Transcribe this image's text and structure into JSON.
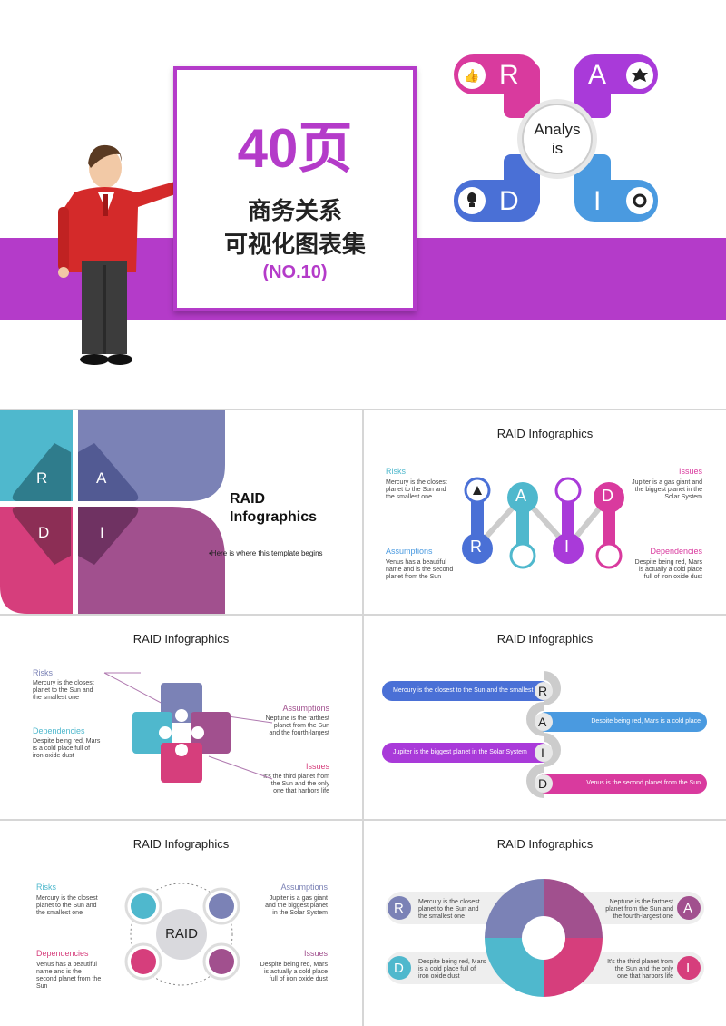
{
  "cover": {
    "big": "40页",
    "line1": "商务关系",
    "line2": "可视化图表集",
    "line3": "(NO.10)",
    "hub": "Analys\nis",
    "letters": [
      "R",
      "A",
      "D",
      "I"
    ]
  },
  "s2": {
    "letters": [
      "R",
      "A",
      "D",
      "I"
    ],
    "title": "RAID\nInfographics",
    "sub": "•Here is where this template  begins"
  },
  "s3": {
    "title": "RAID Infographics",
    "risks_h": "Risks",
    "risks_t": "Mercury  is the closest planet to the Sun and the smallest one",
    "issues_h": "Issues",
    "issues_t": "Jupiter  is a gas giant and the biggest planet in the Solar System",
    "assump_h": "Assumptions",
    "assump_t": "Venus has a beautiful name and is the second planet from the Sun",
    "dep_h": "Dependencies",
    "dep_t": "Despite being red, Mars is actually  a cold place full of iron oxide dust",
    "letters": [
      "R",
      "A",
      "I",
      "D"
    ]
  },
  "s4": {
    "title": "RAID Infographics",
    "risks_h": "Risks",
    "risks_t": "Mercury  is the closest planet to the Sun and the smallest one",
    "dep_h": "Dependencies",
    "dep_t": "Despite being red, Mars is a cold place full of iron oxide dust",
    "assump_h": "Assumptions",
    "assump_t": "Neptune is the farthest planet from the Sun and the fourth-largest",
    "issues_h": "Issues",
    "issues_t": "It's the third planet from the Sun and the only one that harbors life"
  },
  "s5": {
    "title": "RAID Infographics",
    "bars": [
      {
        "letter": "R",
        "text": "Mercury is the closest to the Sun and the smallest"
      },
      {
        "letter": "A",
        "text": "Despite being red, Mars is a cold place"
      },
      {
        "letter": "I",
        "text": "Jupiter is the biggest planet in the Solar System"
      },
      {
        "letter": "D",
        "text": "Venus is the second planet from the Sun"
      }
    ]
  },
  "s6": {
    "title": "RAID Infographics",
    "center": "RAID",
    "risks_h": "Risks",
    "risks_t": "Mercury  is the closest planet to the Sun and the smallest one",
    "assump_h": "Assumptions",
    "assump_t": "Jupiter is a gas giant and the biggest planet in the Solar System",
    "dep_h": "Dependencies",
    "dep_t": "Venus has a beautiful name and is the second planet from the Sun",
    "issues_h": "Issues",
    "issues_t": "Despite being red, Mars is actually  a cold place full of iron oxide dust"
  },
  "s7": {
    "title": "RAID Infographics",
    "r": "R",
    "r_t": "Mercury  is the closest planet to the Sun and the smallest one",
    "a": "A",
    "a_t": "Neptune is the farthest planet from the Sun and the fourth-largest  one",
    "d": "D",
    "d_t": "Despite being red, Mars is a cold place full of iron oxide dust",
    "i": "I",
    "i_t": "It's the third planet from the Sun and the only one that harbors life"
  },
  "colors": {
    "purple": "#b43bc9",
    "teal": "#4fb8cd",
    "slate": "#7b82b6",
    "pink": "#d63e7c",
    "mauve": "#a1508e",
    "blue": "#4a70d6",
    "magenta": "#d93a9e"
  }
}
